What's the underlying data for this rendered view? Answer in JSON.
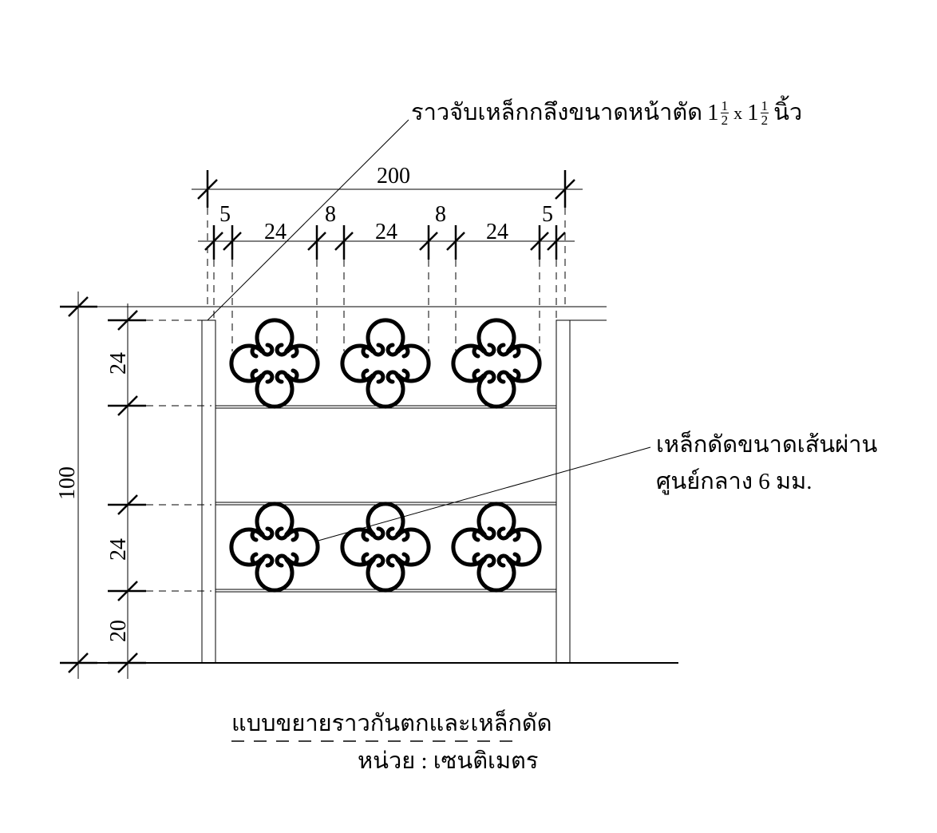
{
  "title": "แบบขยายราวกันตกและเหล็กดัด",
  "unit_label": "หน่วย : เซนติเมตร",
  "notes": {
    "handrail": "ราวจับเหล็กกลึงขนาดหน้าตัด",
    "handrail_size_a_whole": "1",
    "handrail_size_b_whole": "1",
    "fraction_num": "1",
    "fraction_den": "2",
    "times": "x",
    "inch": "นิ้ว",
    "ironwork_line1": "เหล็กดัดขนาดเส้นผ่าน",
    "ironwork_line2": "ศูนย์กลาง 6 มม."
  },
  "dimensions": {
    "overall_width": "200",
    "top_segments": [
      "5",
      "24",
      "8",
      "24",
      "8",
      "24",
      "5"
    ],
    "overall_height": "100",
    "side_segments": [
      "24",
      "24",
      "20"
    ]
  }
}
